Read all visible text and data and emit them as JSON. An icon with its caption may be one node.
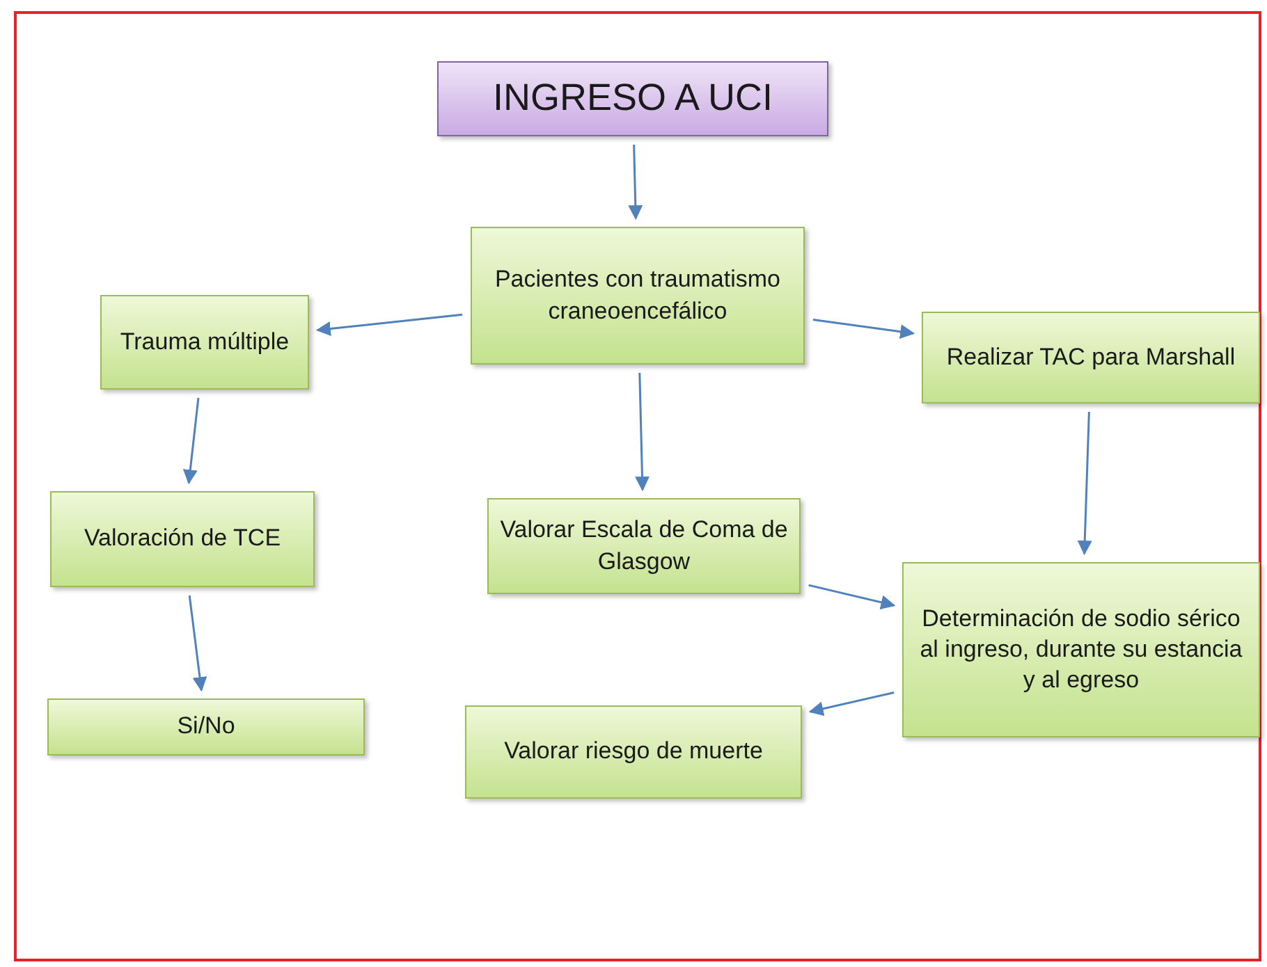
{
  "diagram": {
    "nodes": [
      {
        "text": [
          "INGRESO A UCI"
        ]
      },
      {
        "text": [
          "Pacientes con traumatismo craneoencefálico"
        ]
      },
      {
        "text": [
          "Trauma múltiple"
        ]
      },
      {
        "text": [
          "Realizar TAC para Marshall"
        ]
      },
      {
        "text": [
          "Valoración de TCE"
        ]
      },
      {
        "text": [
          "Valorar Escala de Coma de Glasgow"
        ]
      },
      {
        "text": [
          "Determinación de sodio sérico al ingreso, durante su estancia y al egreso"
        ]
      },
      {
        "text": [
          "Si/No"
        ]
      },
      {
        "text": [
          "Valorar riesgo de muerte"
        ]
      }
    ],
    "edges": [
      {
        "from": 0,
        "to": 1,
        "arrow": "to"
      },
      {
        "from": 1,
        "to": 2,
        "arrow": "to"
      },
      {
        "from": 1,
        "to": 3,
        "arrow": "to"
      },
      {
        "from": 1,
        "to": 5,
        "arrow": "to"
      },
      {
        "from": 2,
        "to": 4,
        "arrow": "to"
      },
      {
        "from": 4,
        "to": 7,
        "arrow": "to"
      },
      {
        "from": 3,
        "to": 6,
        "arrow": "to"
      },
      {
        "from": 5,
        "to": 6,
        "arrow": "to"
      },
      {
        "from": 6,
        "to": 8,
        "arrow": "to"
      }
    ]
  }
}
